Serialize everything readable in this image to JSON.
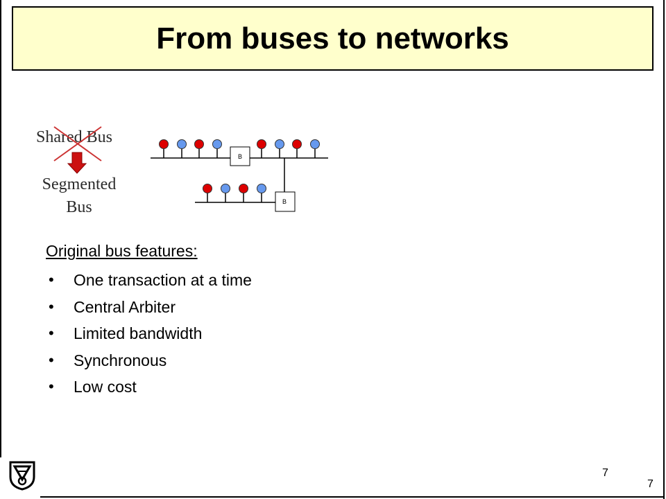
{
  "slide": {
    "title": "From buses to networks",
    "page_number": "7",
    "footer_page_number": "7"
  },
  "diagram": {
    "shared_bus_label": "Shared Bus",
    "segmented_bus_label_line1": "Segmented",
    "segmented_bus_label_line2": "Bus",
    "bridge_label": "B",
    "colors": {
      "red_node": "#dd0000",
      "blue_node": "#6699ee",
      "arrow": "#cc1111",
      "cross": "#cc3333"
    }
  },
  "features": {
    "heading": "Original bus features:",
    "items": [
      "One transaction at a time",
      "Central Arbiter",
      "Limited bandwidth",
      "Synchronous",
      "Low cost"
    ]
  }
}
